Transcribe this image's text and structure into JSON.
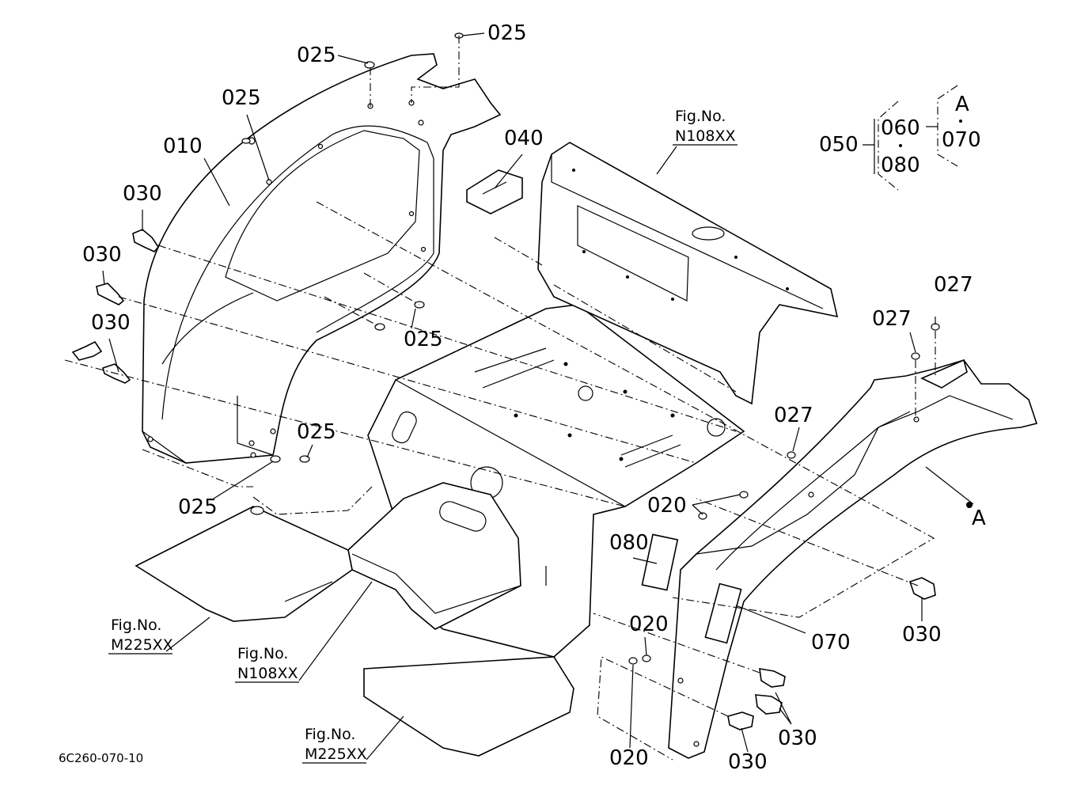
{
  "callouts": {
    "c010": "010",
    "c025a": "025",
    "c025b": "025",
    "c025c": "025",
    "c025d": "025",
    "c025e": "025",
    "c025f": "025",
    "c030a": "030",
    "c030b": "030",
    "c030c": "030",
    "c030d": "030",
    "c030e": "030",
    "c030f": "030",
    "c040": "040",
    "c050": "050",
    "c060": "060",
    "c070a": "070",
    "c070b": "070",
    "c080a": "080",
    "c080b": "080",
    "c020a": "020",
    "c020b": "020",
    "c020c": "020",
    "c027a": "027",
    "c027b": "027",
    "c027c": "027",
    "markA1": "A",
    "markA2": "A"
  },
  "fig_refs": {
    "n108_top": {
      "title": "Fig.No.",
      "code": "N108XX"
    },
    "m225_left": {
      "title": "Fig.No.",
      "code": "M225XX"
    },
    "n108_bottom": {
      "title": "Fig.No.",
      "code": "N108XX"
    },
    "m225_bottom": {
      "title": "Fig.No.",
      "code": "M225XX"
    }
  },
  "drawing_code": "6C260-070-10"
}
